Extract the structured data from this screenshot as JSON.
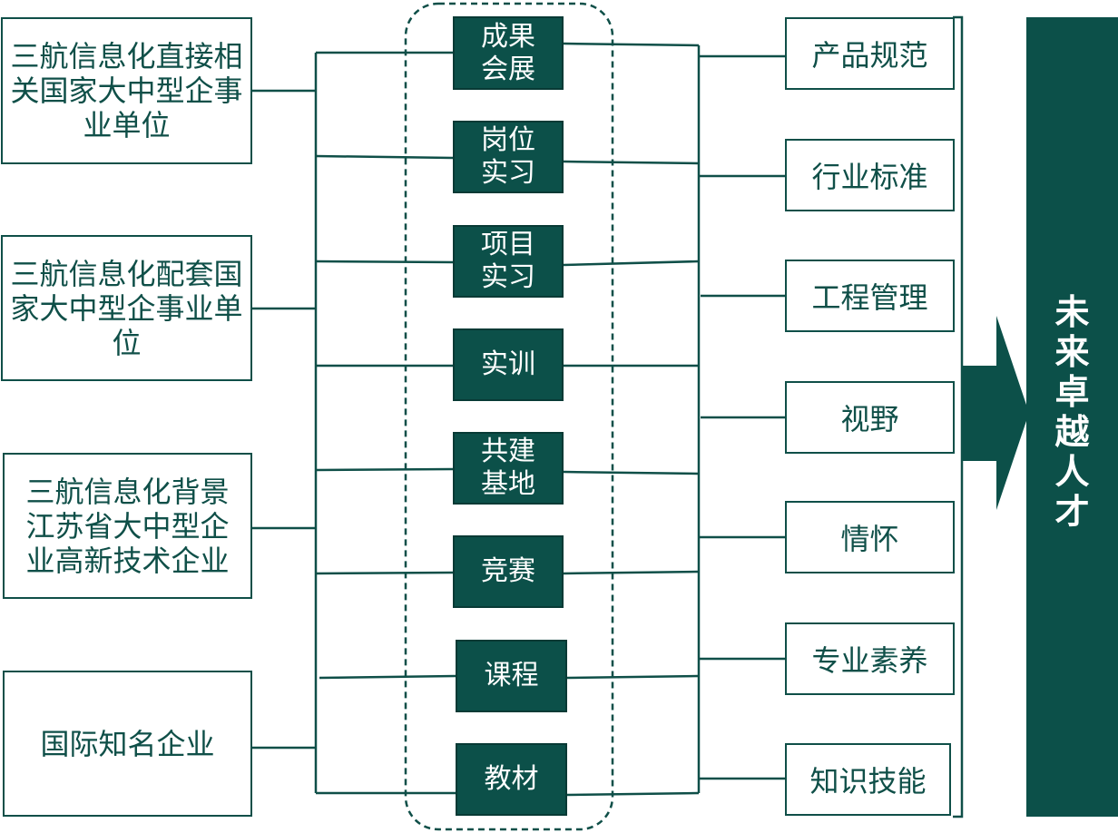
{
  "sources": [
    "三航信息化直接相关国家大中型企事业单位",
    "三航信息化配套国家大中型企事业单位",
    "三航信息化背景江苏省大中型企业高新技术企业",
    "国际知名企业"
  ],
  "activities": [
    "成果\n会展",
    "岗位\n实习",
    "项目\n实习",
    "实训",
    "共建\n基地",
    "竞赛",
    "课程",
    "教材"
  ],
  "outcomes": [
    "产品规范",
    "行业标准",
    "工程管理",
    "视野",
    "情怀",
    "专业素养",
    "知识技能"
  ],
  "result": "未\n来\n卓\n越\n人\n才",
  "colors": {
    "primary": "#0c5049",
    "line": "#0f4f48"
  }
}
